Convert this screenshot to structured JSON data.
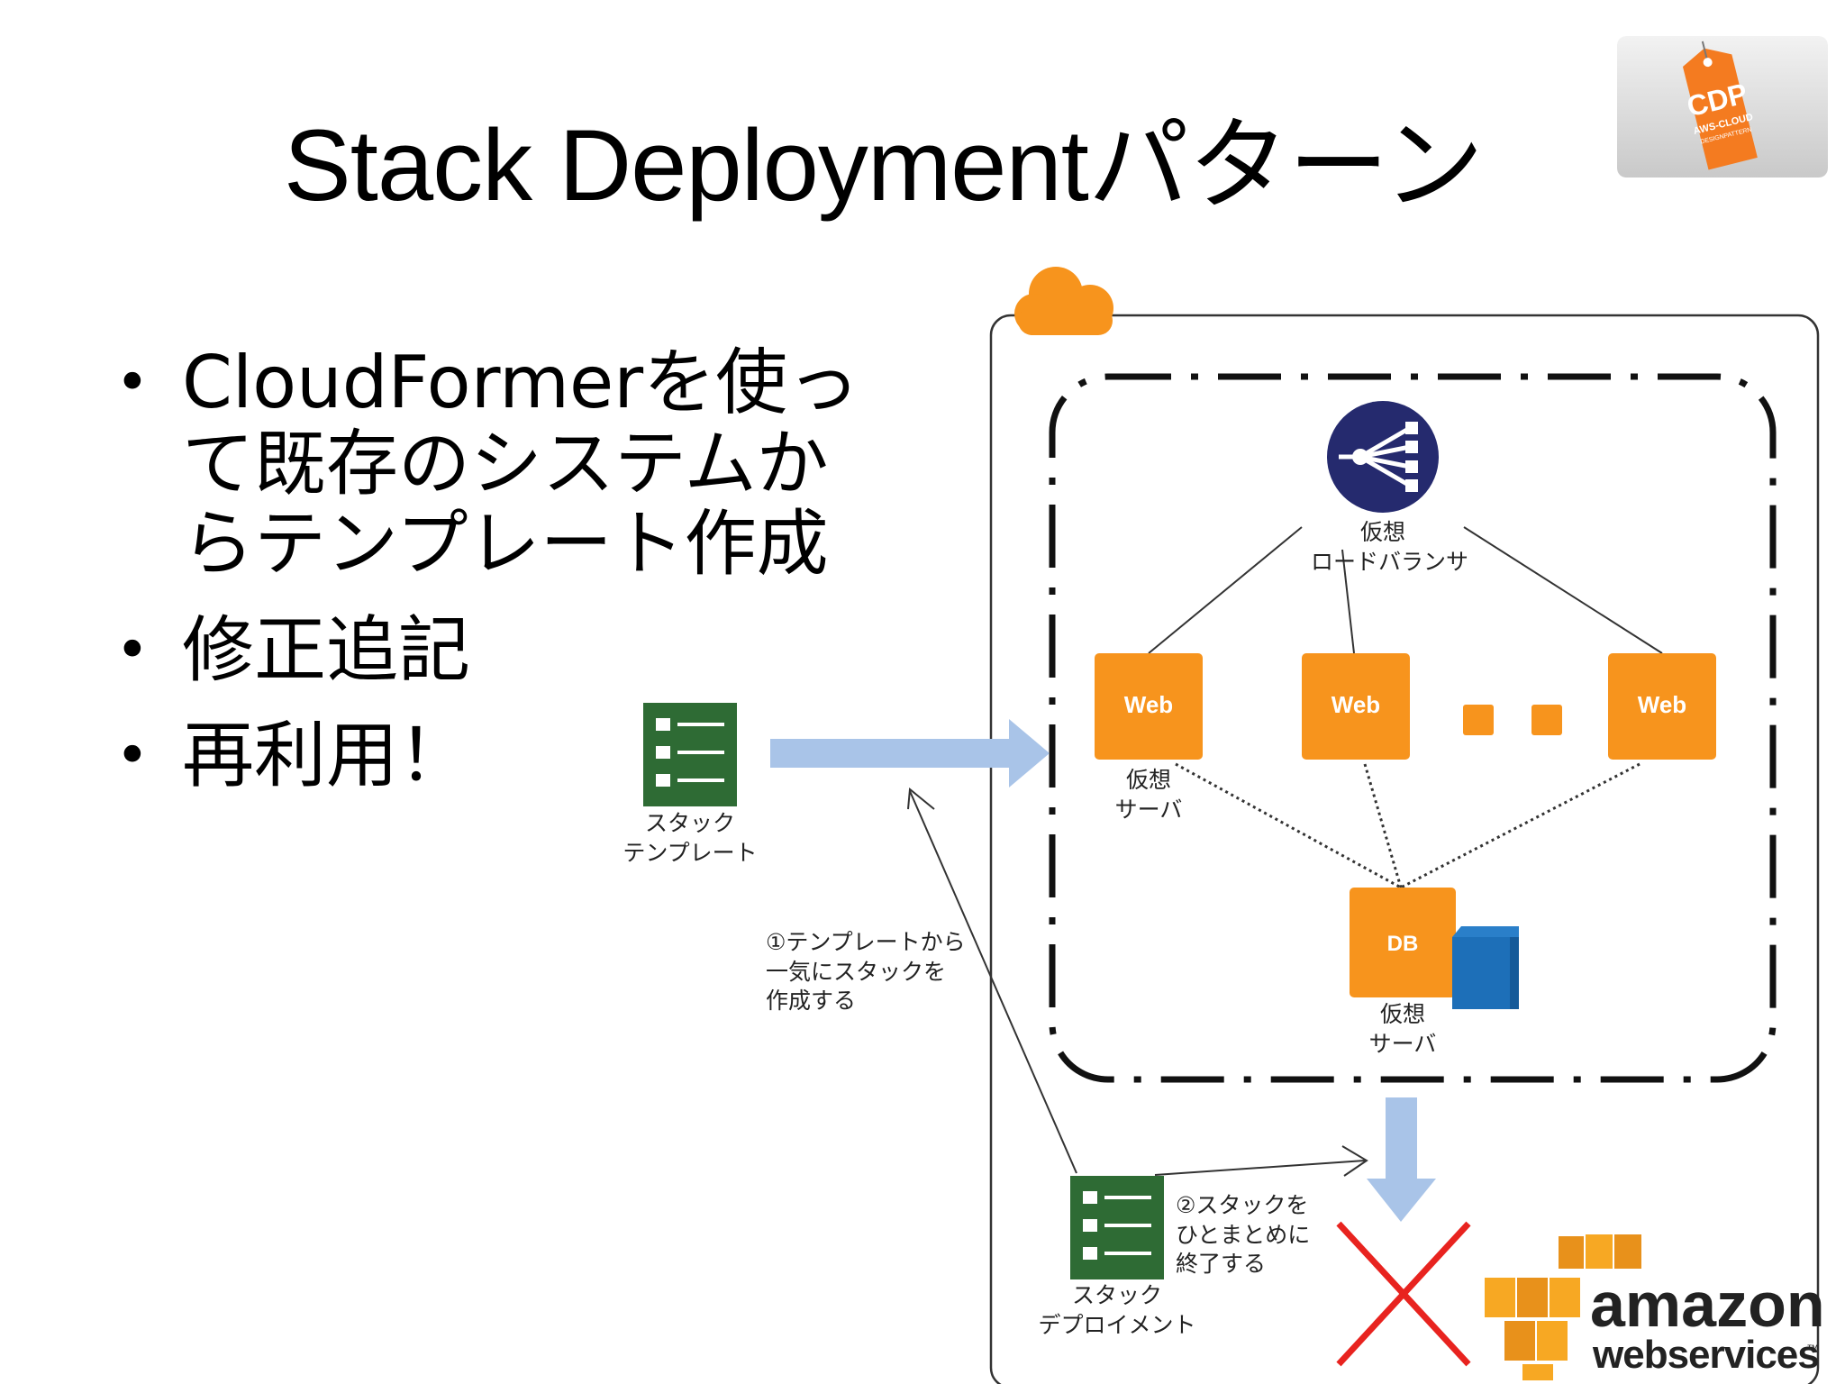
{
  "slide": {
    "title": "Stack Deploymentパターン",
    "bullets": [
      {
        "text": "CloudFormerを使って既存のシステムからテンプレート作成",
        "lines": [
          "CloudFormerを使っ",
          "て既存のシステムか",
          "らテンプレート作成"
        ]
      },
      {
        "text": "修正追記",
        "lines": [
          "修正追記"
        ]
      },
      {
        "text": "再利用！",
        "lines": [
          "再利用！"
        ]
      }
    ],
    "bullet_char": "•"
  },
  "logo": {
    "text_main": "CDP",
    "text_sub1": "AWS-CLOUD",
    "text_sub2": "DESIGNPATTERN",
    "colors": {
      "tag": "#f47b20",
      "bg": "#d9d9d9"
    }
  },
  "diagram": {
    "stack_template": {
      "icon": "document-list-icon",
      "label_line1": "スタック",
      "label_line2": "テンプレート"
    },
    "stack_deployment": {
      "icon": "document-list-icon",
      "label_line1": "スタック",
      "label_line2": "デプロイメント"
    },
    "step1": {
      "lines": [
        "①テンプレートから",
        "一気にスタックを",
        "作成する"
      ]
    },
    "step2": {
      "lines": [
        "②スタックを",
        "ひとまとめに",
        "終了する"
      ]
    },
    "load_balancer": {
      "icon": "load-balancer-icon",
      "label_line1": "仮想",
      "label_line2": "ロードバランサ"
    },
    "web_servers": [
      "Web",
      "Web",
      "Web"
    ],
    "web_server_label": {
      "line1": "仮想",
      "line2": "サーバ"
    },
    "db_server": {
      "text": "DB",
      "label_line1": "仮想",
      "label_line2": "サーバ"
    },
    "aws_logo": {
      "line1": "amazon",
      "line2": "webservices",
      "tm": "™"
    },
    "colors": {
      "orange": "#f7941d",
      "green": "#2e6b34",
      "arrow_blue": "#a9c4e8",
      "navy": "#252a6e",
      "red": "#e8231f",
      "storage_blue": "#1d6fb8"
    }
  }
}
